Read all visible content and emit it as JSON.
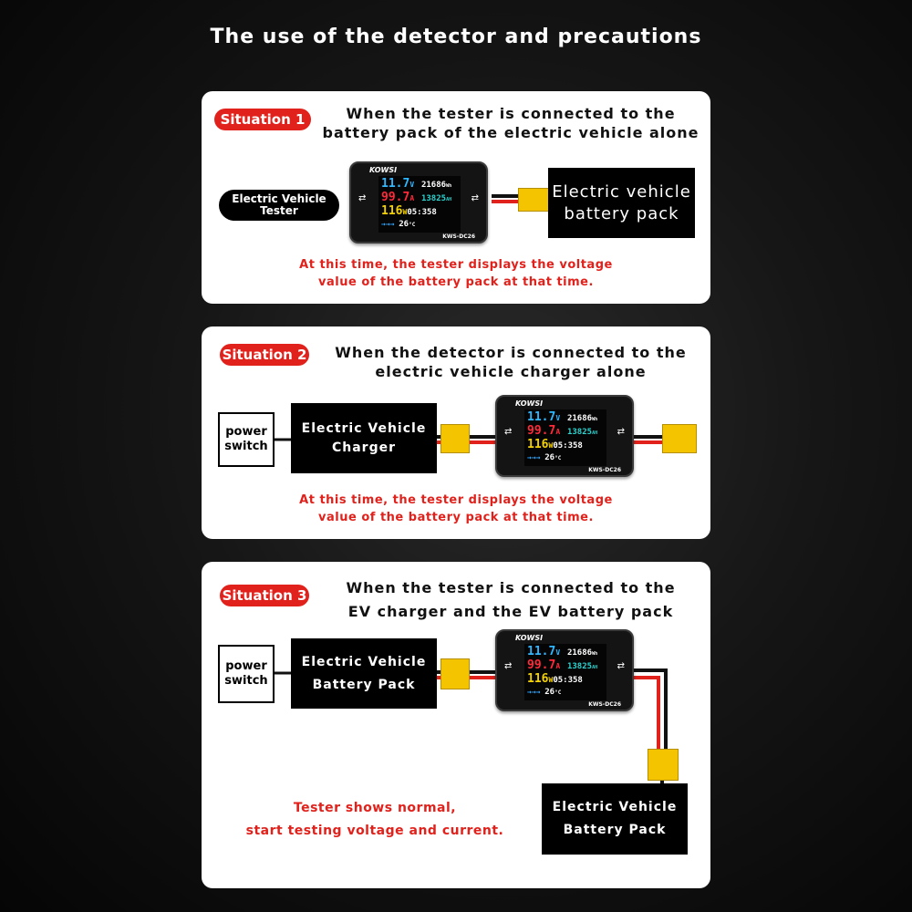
{
  "page_title": "The use of the detector and precautions",
  "device": {
    "brand": "KOWSI",
    "model": "KWS-DC26",
    "voltage": "11.7",
    "voltage_unit": "V",
    "energy": "21686",
    "energy_unit": "Wh",
    "current": "99.7",
    "current_unit": "A",
    "capacity": "13825",
    "capacity_unit": "AH",
    "power": "116",
    "power_unit": "W",
    "time": "05:358",
    "temperature": "26",
    "temperature_unit": "°C"
  },
  "situation1": {
    "badge": "Situation 1",
    "heading_line1": "When the tester is connected to the",
    "heading_line2": "battery pack of the electric vehicle alone",
    "tester_label_line1": "Electric Vehicle",
    "tester_label_line2": "Tester",
    "battery_line1": "Electric vehicle",
    "battery_line2": "battery pack",
    "note_line1": "At this time, the tester displays the voltage",
    "note_line2": "value of the battery pack at that time."
  },
  "situation2": {
    "badge": "Situation 2",
    "heading_line1": "When the detector is connected to the",
    "heading_line2": "electric vehicle charger alone",
    "switch_line1": "power",
    "switch_line2": "switch",
    "charger_line1": "Electric Vehicle",
    "charger_line2": "Charger",
    "note_line1": "At this time, the tester displays the voltage",
    "note_line2": "value of the battery pack at that time."
  },
  "situation3": {
    "badge": "Situation 3",
    "heading_line1": "When the tester is connected to the",
    "heading_line2": "EV charger and the EV battery pack",
    "switch_line1": "power",
    "switch_line2": "switch",
    "box1_line1": "Electric Vehicle",
    "box1_line2": "Battery Pack",
    "box2_line1": "Electric Vehicle",
    "box2_line2": "Battery Pack",
    "note_line1": "Tester shows normal,",
    "note_line2": "start testing voltage and current."
  },
  "colors": {
    "accent_red": "#e1211b",
    "connector_yellow": "#f5c400",
    "voltage_blue": "#2fb7ff",
    "current_red": "#ff2a3a",
    "power_yellow": "#f3d100"
  }
}
